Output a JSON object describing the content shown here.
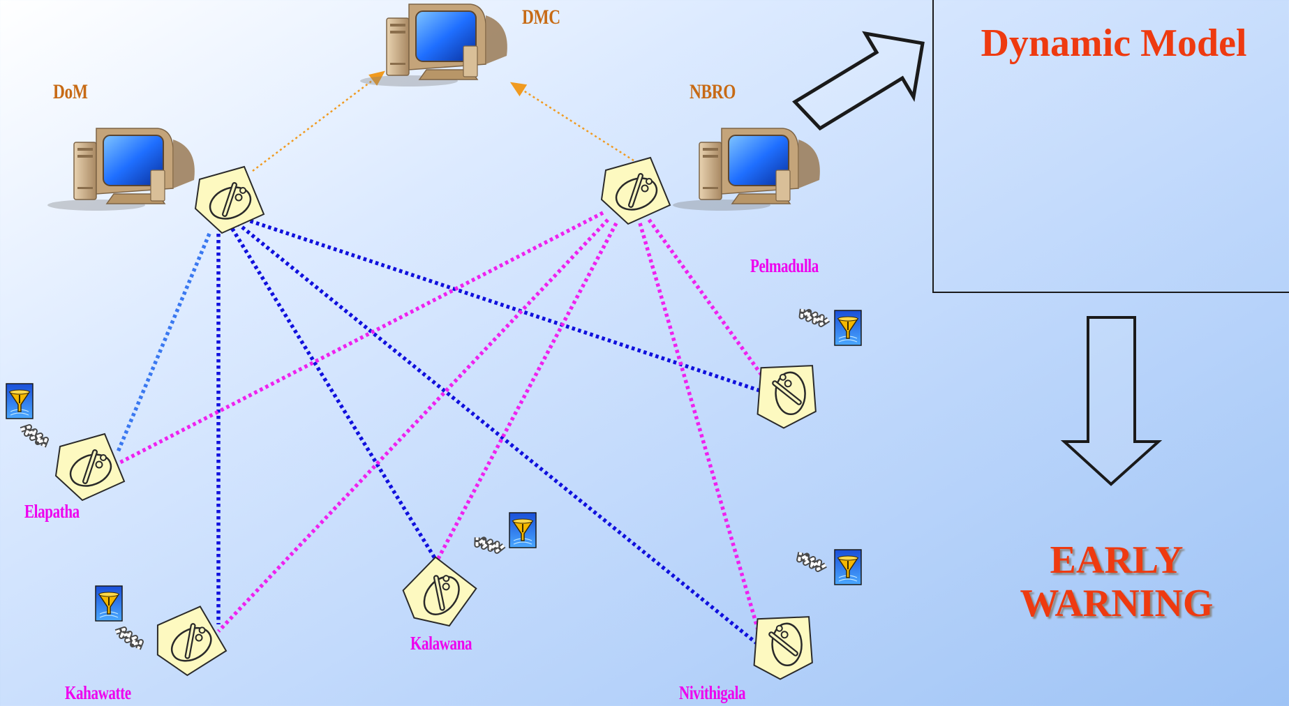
{
  "nodes": {
    "dmc": "DMC",
    "dom": "DoM",
    "nbro": "NBRO"
  },
  "sites": {
    "elapatha": "Elapatha",
    "kahawatte": "Kahawatte",
    "kalawana": "Kalawana",
    "nivithigala": "Nivithigala",
    "pelmadulla": "Pelmadulla"
  },
  "model_box": {
    "title": "Dynamic Model"
  },
  "output": {
    "line1": "EARLY",
    "line2": "WARNING"
  },
  "colors": {
    "dom_links": "#1010dd",
    "nbro_links": "#ee22ee",
    "to_dmc_links": "#f0a030",
    "org_label": "#c76a14",
    "site_label": "#ee00ee",
    "accent_red": "#ee3a10"
  },
  "icons": {
    "computer": "computer-icon",
    "station": "rain-gauge-station-icon",
    "sensor": "rain-gauge-sensor-icon",
    "arrow": "outline-arrow-icon"
  }
}
